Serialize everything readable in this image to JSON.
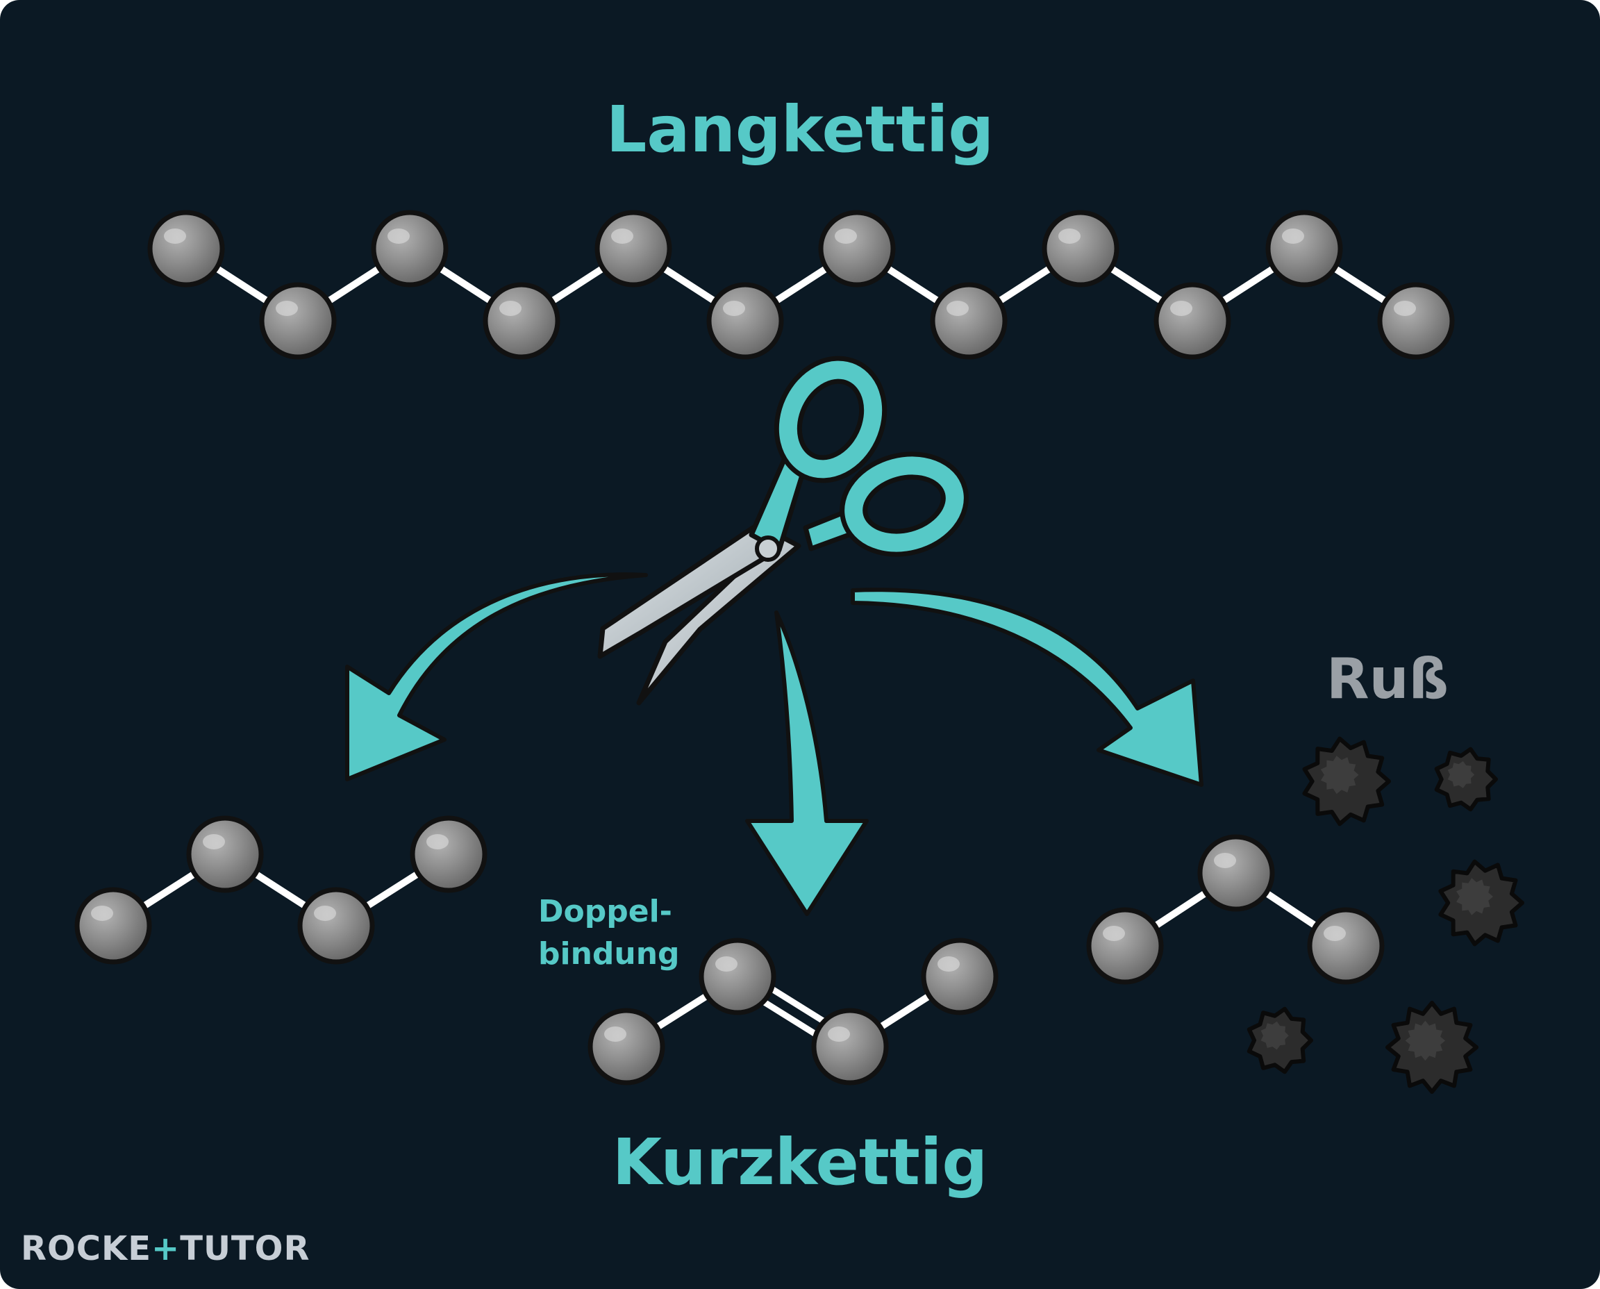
{
  "labels": {
    "long_chain": "Langkettig",
    "short_chain": "Kurzkettig",
    "soot": "Ruß",
    "double_bond_line1": "Doppel-",
    "double_bond_line2": "bindung"
  },
  "logo": {
    "part1": "ROCKE",
    "plus": "+",
    "part2": "TUTOR"
  },
  "colors": {
    "background": "#0b1924",
    "accent": "#56c9c7",
    "atom": "#8a8a8a",
    "bond": "#ffffff",
    "soot": "#2c2c2c",
    "soot_label": "#9aa0a6"
  },
  "icons": [
    "scissors-icon",
    "arrow-icon",
    "soot-particle-icon"
  ]
}
